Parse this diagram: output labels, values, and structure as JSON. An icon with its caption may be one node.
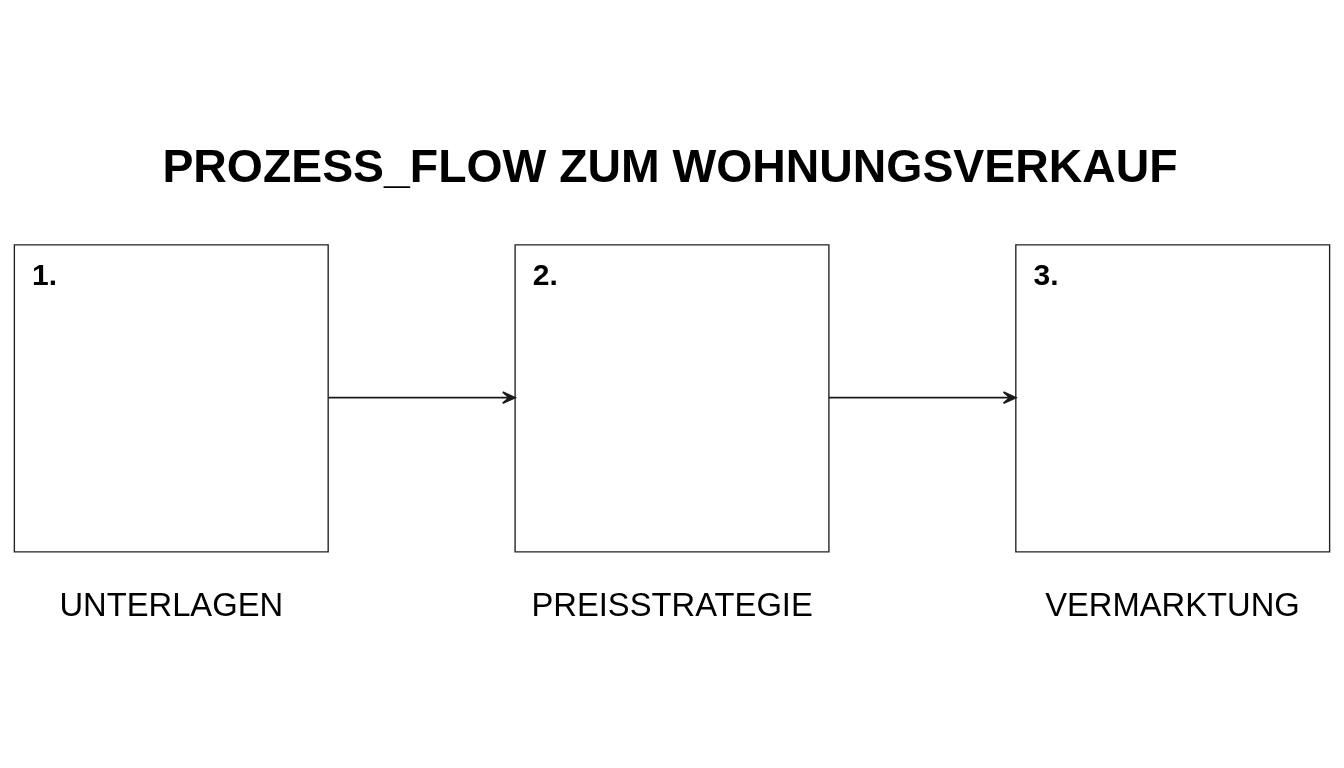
{
  "diagram": {
    "title": "PROZESS_FLOW ZUM WOHNUNGSVERKAUF",
    "nodes": [
      {
        "text": [
          "1.",
          "UNTERLAGEN"
        ]
      },
      {
        "text": [
          "2.",
          "PREISSTRATEGIE"
        ]
      },
      {
        "text": [
          "3.",
          "VERMARKTUNG"
        ]
      }
    ],
    "edges": [
      {
        "from": 0,
        "to": 1,
        "arrow": "to"
      },
      {
        "from": 1,
        "to": 2,
        "arrow": "to"
      }
    ]
  }
}
